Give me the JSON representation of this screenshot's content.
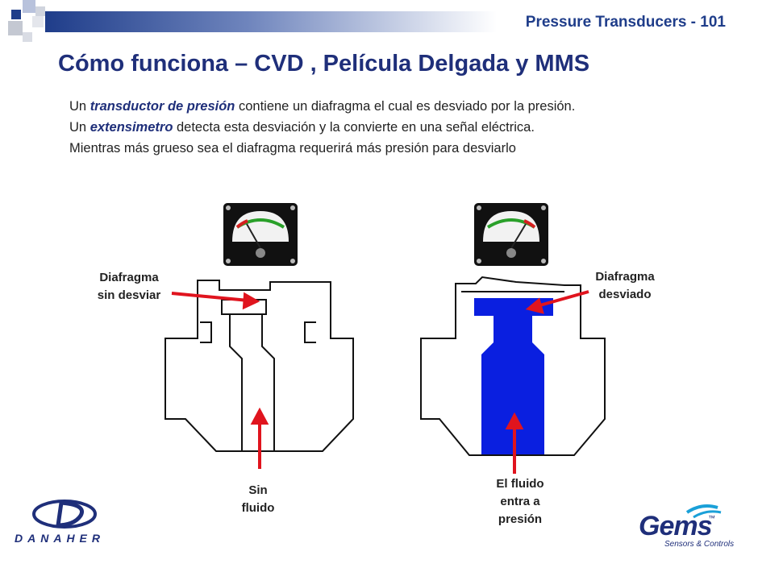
{
  "header": {
    "title": "Pressure Transducers - 101"
  },
  "slide": {
    "title": "Cómo funciona – CVD , Película Delgada y MMS",
    "bullets": [
      {
        "pre": "Un ",
        "hl": "transductor de presión",
        "post": " contiene un diafragma el cual es desviado por la presión."
      },
      {
        "pre": "Un ",
        "hl": "extensimetro",
        "post": " detecta esta desviación y la convierte en una señal eléctrica."
      },
      {
        "pre": "",
        "hl": "",
        "post": "Mientras más grueso sea el diafragma requerirá más presión para desviarlo"
      }
    ]
  },
  "diagram": {
    "left_label_top_1": "Diafragma",
    "left_label_top_2": "sin desviar",
    "left_label_bottom_1": "Sin",
    "left_label_bottom_2": "fluido",
    "right_label_top_1": "Diafragma",
    "right_label_top_2": "desviado",
    "right_label_bottom_1": "El fluido",
    "right_label_bottom_2": "entra a",
    "right_label_bottom_3": "presión"
  },
  "colors": {
    "title": "#1f2f7a",
    "fluid": "#0a1fe0",
    "arrow": "#e0141e",
    "bar_start": "#1f3d8a"
  },
  "logos": {
    "danaher": "DANAHER",
    "gems": "Gems",
    "gems_sub": "Sensors & Controls",
    "gems_tm": "™"
  },
  "icons": [
    "gauge-icon",
    "arrow-icon"
  ]
}
